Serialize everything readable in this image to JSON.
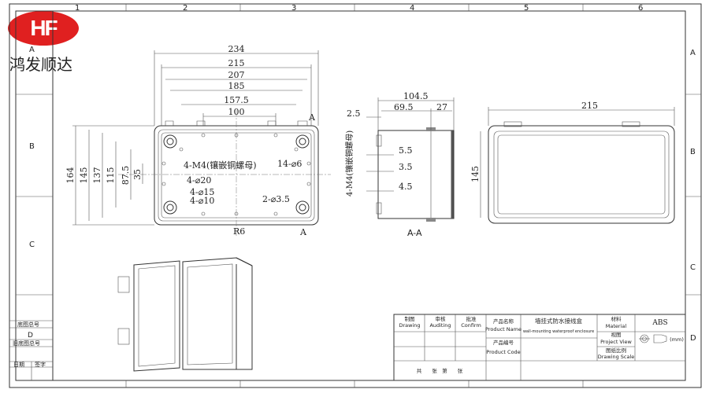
{
  "brand": {
    "logo_text": "HF",
    "name": "鸿发顺达"
  },
  "grid": {
    "columns": [
      "1",
      "2",
      "3",
      "4",
      "5",
      "6"
    ],
    "rows": [
      "A",
      "B",
      "C",
      "D"
    ]
  },
  "front_view": {
    "widths": [
      "234",
      "215",
      "207",
      "185",
      "157.5",
      "100"
    ],
    "heights": [
      "164",
      "145",
      "137",
      "115",
      "87.5",
      "35"
    ],
    "notes": [
      "4-M4(镶嵌铜螺母)",
      "14-⌀6",
      "4-⌀20",
      "4-⌀15",
      "4-⌀10",
      "2-⌀3.5",
      "R6"
    ],
    "section_mark": "A"
  },
  "section_view": {
    "dims": [
      "104.5",
      "69.5",
      "27",
      "2.5",
      "5.5",
      "3.5",
      "4.5"
    ],
    "note": "4-M4(镶嵌铜螺母)",
    "label": "A-A"
  },
  "side_view": {
    "width": "215",
    "height": "145"
  },
  "left_block": {
    "r1": "底图总号",
    "r2": "D",
    "r3": "旧底图总号",
    "date": "日期",
    "sign": "签字"
  },
  "title_block": {
    "drawing_cn": "制图",
    "drawing_en": "Drawing",
    "auditing_cn": "审核",
    "auditing_en": "Auditing",
    "confirm_cn": "批准",
    "confirm_en": "Confirm",
    "product_name_cn": "产品名称",
    "product_name_en": "Product Name",
    "product_title_cn": "墙挂式防水接线盒",
    "product_title_en": "wall-mounting waterproof enclosure",
    "material_cn": "材料",
    "material_en": "Material",
    "material_value": "ABS",
    "view_cn": "视图",
    "view_en": "Project View",
    "unit": "(mm)",
    "code_cn": "产品编号",
    "code_en": "Product Code",
    "scale_cn": "图纸比例",
    "scale_en": "Drawing Scale",
    "sheets": "共　　张　第　　张"
  }
}
